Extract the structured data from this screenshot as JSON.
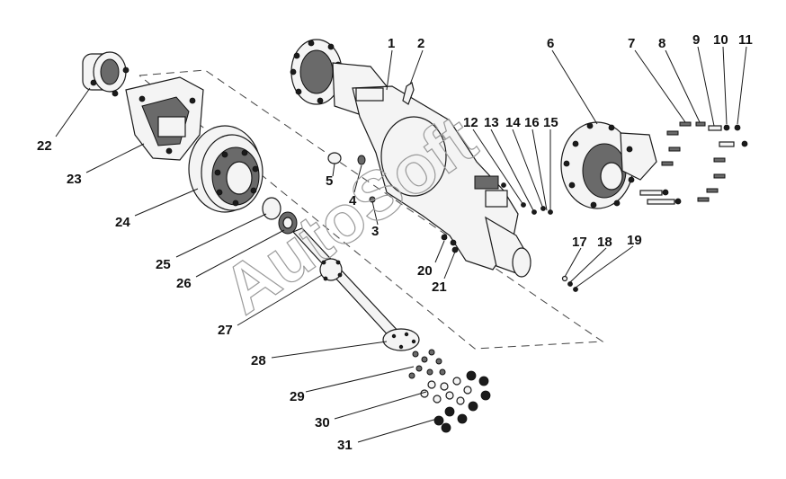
{
  "watermark": "AutoSoft",
  "callouts": [
    "1",
    "2",
    "3",
    "4",
    "5",
    "6",
    "7",
    "8",
    "9",
    "10",
    "11",
    "12",
    "13",
    "14",
    "15",
    "16",
    "17",
    "18",
    "19",
    "20",
    "21",
    "22",
    "23",
    "24",
    "25",
    "26",
    "27",
    "28",
    "29",
    "30",
    "31"
  ]
}
